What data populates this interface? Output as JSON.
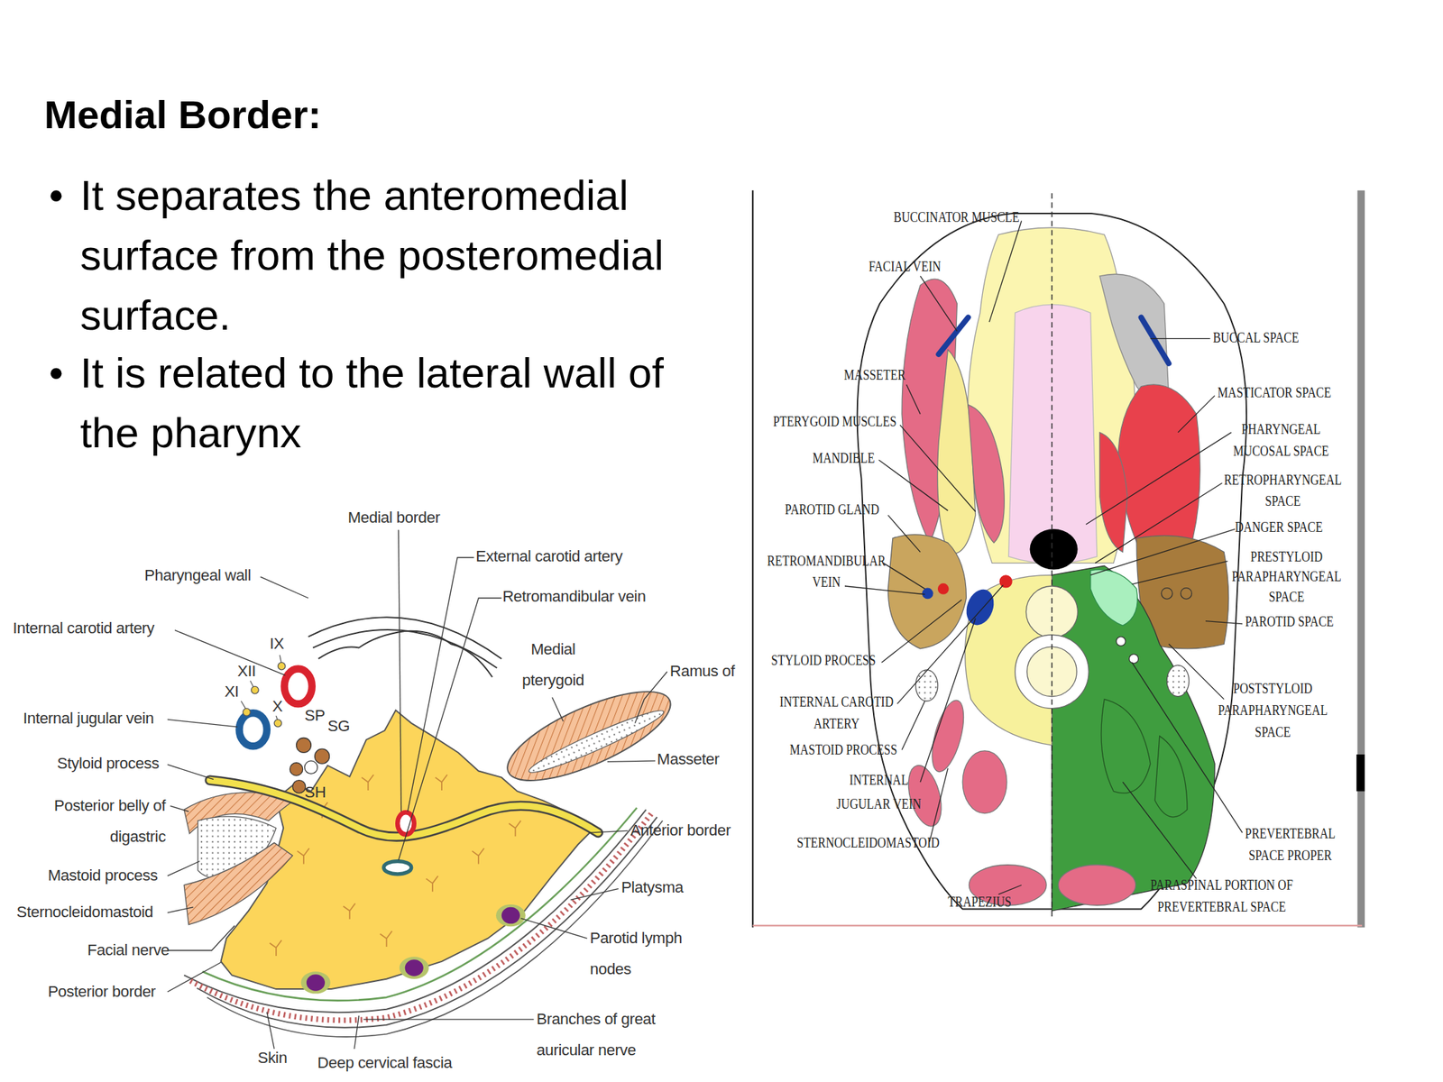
{
  "diagram": {
    "title": "Medial Border:",
    "labels": [
      "It separates the anteromedial surface from the posteromedial surface.",
      "It is related to the lateral wall of the pharynx",
      "Medial border",
      "Pharyngeal wall",
      "External carotid artery",
      "Retromandibular vein",
      "Internal carotid artery",
      "IX",
      "XII",
      "XI",
      "X",
      "SP",
      "SG",
      "SH",
      "Medial pterygoid",
      "Ramus of",
      "Internal jugular vein",
      "Styloid process",
      "Posterior belly of digastric",
      "Masseter",
      "Anterior border",
      "Mastoid process",
      "Sternocleidomastoid",
      "Platysma",
      "Facial nerve",
      "Parotid lymph nodes",
      "Posterior border",
      "Branches of great auricular nerve",
      "Skin",
      "Deep cervical fascia",
      "BUCCINATOR MUSCLE",
      "FACIAL VEIN",
      "BUCCAL SPACE",
      "MASSETER",
      "MASTICATOR SPACE",
      "PTERYGOID MUSCLES",
      "PHARYNGEAL MUCOSAL SPACE",
      "MANDIBLE",
      "RETROPHARYNGEAL SPACE",
      "PAROTID GLAND",
      "DANGER SPACE",
      "PRESTYLOID PARAPHARYNGEAL SPACE",
      "RETROMANDIBULAR VEIN",
      "PAROTID SPACE",
      "STYLOID PROCESS",
      "POSTSTYLOID PARAPHARYNGEAL SPACE",
      "INTERNAL CAROTID ARTERY",
      "MASTOID PROCESS",
      "INTERNAL JUGULAR VEIN",
      "STERNOCLEIDOMASTOID",
      "PREVERTEBRAL SPACE PROPER",
      "TRAPEZIUS",
      "PARASPINAL PORTION OF PREVERTEBRAL SPACE"
    ]
  }
}
